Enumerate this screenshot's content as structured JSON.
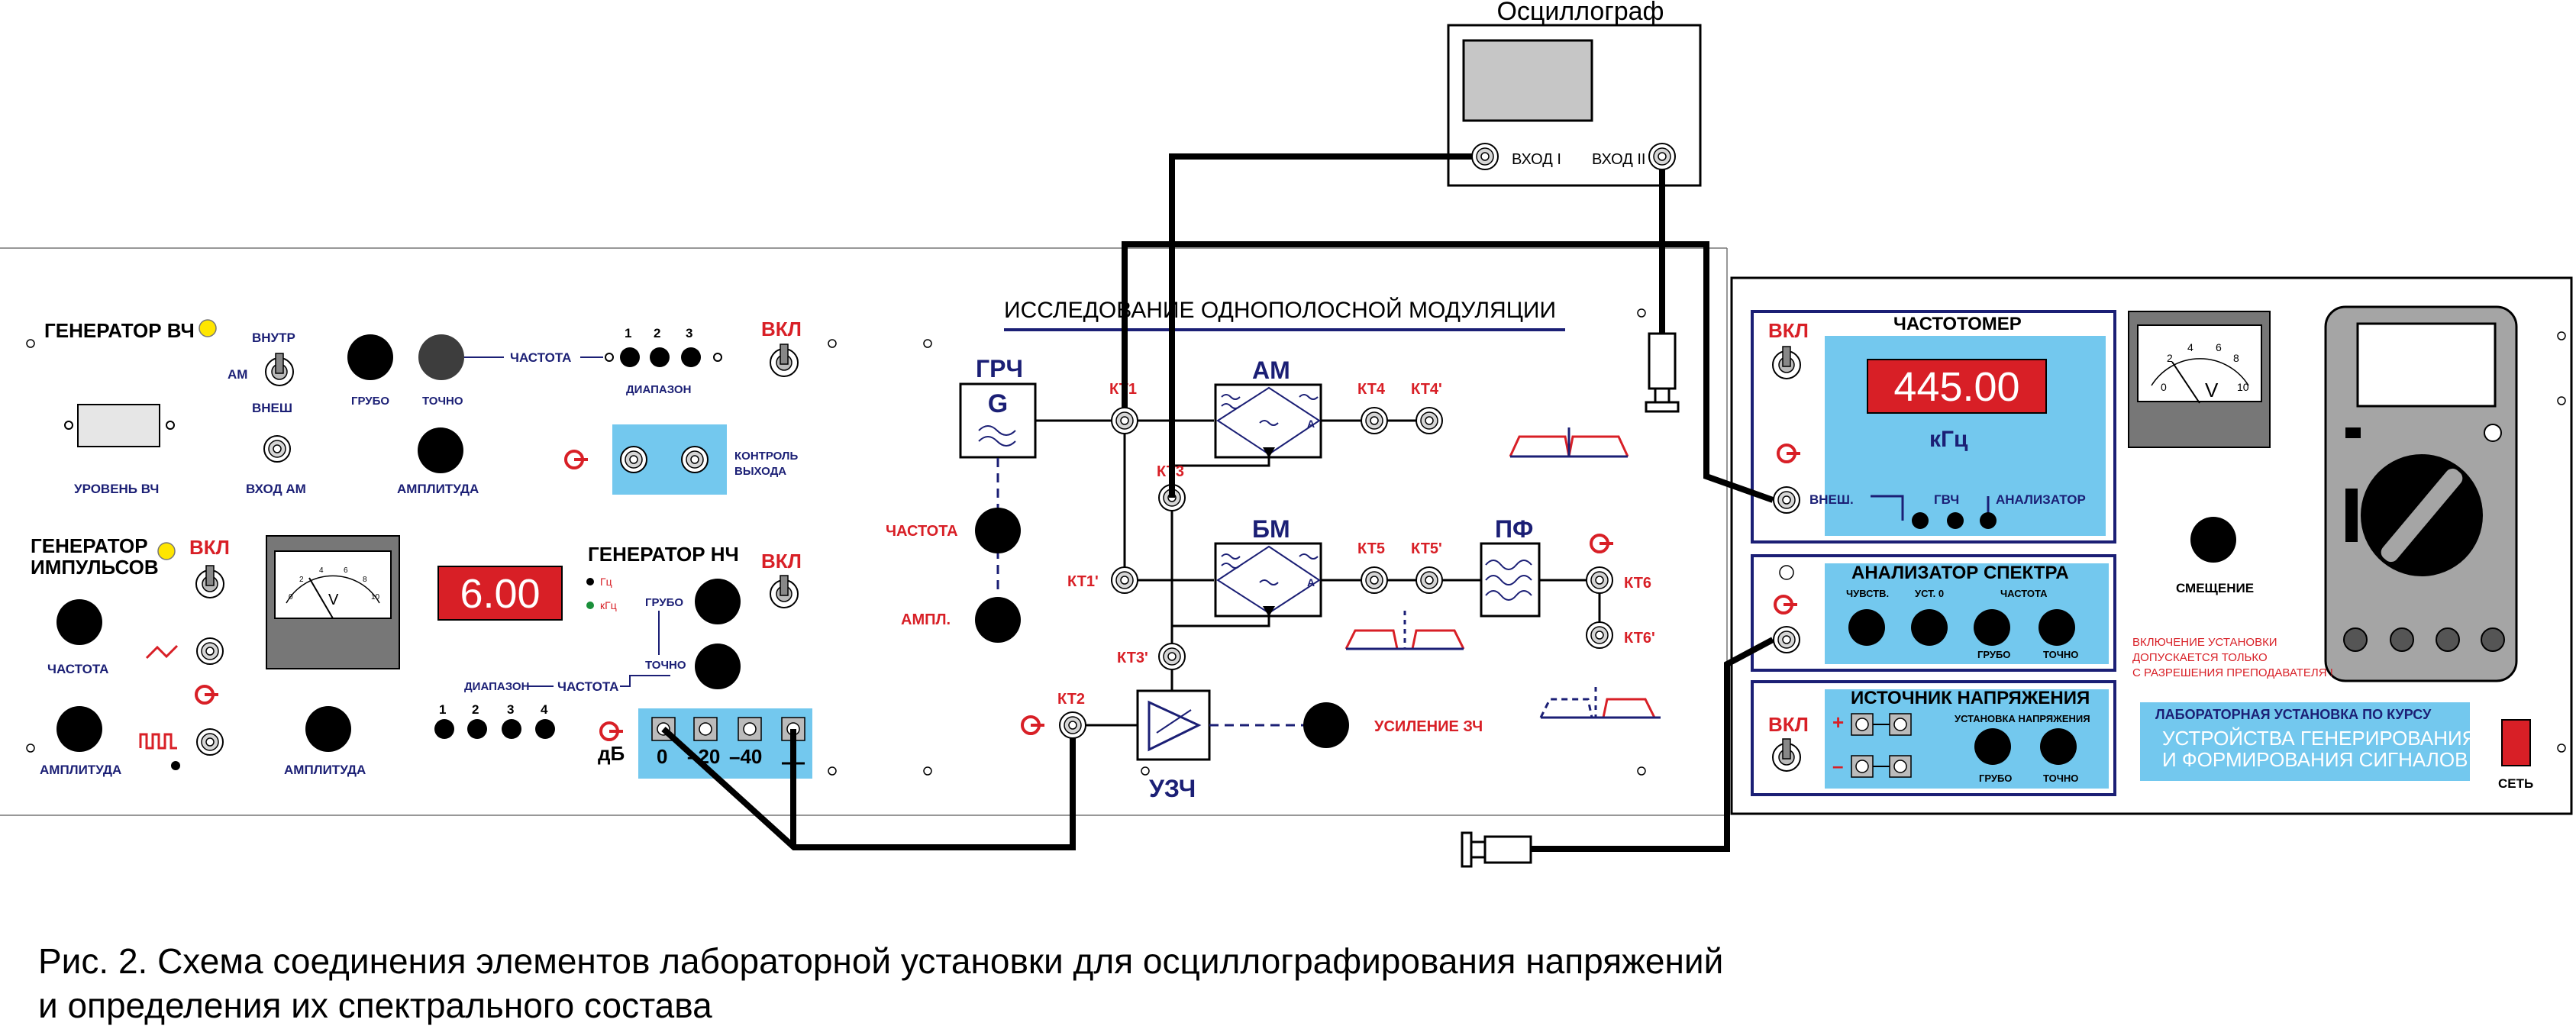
{
  "oscilloscope": {
    "title": "Осциллограф",
    "in1": "ВХОД I",
    "in2": "ВХОД II"
  },
  "gen_hf": {
    "title": "ГЕНЕРАТОР ВЧ",
    "am": "АМ",
    "int": "ВНУТР",
    "ext": "ВНЕШ",
    "coarse": "ГРУБО",
    "fine": "ТОЧНО",
    "freq": "ЧАСТОТА",
    "range": "ДИАПАЗОН",
    "r1": "1",
    "r2": "2",
    "r3": "3",
    "on": "ВКЛ",
    "level": "УРОВЕНЬ ВЧ",
    "am_in": "ВХОД АМ",
    "ampl": "АМПЛИТУДА",
    "out_ctrl_1": "КОНТРОЛЬ",
    "out_ctrl_2": "ВЫХОДА"
  },
  "gen_pulse": {
    "title_1": "ГЕНЕРАТОР",
    "title_2": "ИМПУЛЬСОВ",
    "on": "ВКЛ",
    "freq": "ЧАСТОТА",
    "ampl": "АМПЛИТУДА",
    "ampl2": "АМПЛИТУДА"
  },
  "gen_lf": {
    "display": "6.00",
    "title": "ГЕНЕРАТОР НЧ",
    "on": "ВКЛ",
    "hz": "Гц",
    "khz": "кГц",
    "coarse": "ГРУБО",
    "fine": "ТОЧНО",
    "range": "ДИАПАЗОН",
    "freq": "ЧАСТОТА",
    "r1": "1",
    "r2": "2",
    "r3": "3",
    "r4": "4",
    "db": "дБ",
    "a0": "0",
    "a20": "–20",
    "a40": "–40"
  },
  "voltmeter": {
    "unit": "V",
    "t0": "0",
    "t2": "2",
    "t4": "4",
    "t6": "6",
    "t8": "8",
    "t10": "10"
  },
  "center": {
    "title": "ИССЛЕДОВАНИЕ ОДНОПОЛОСНОЙ МОДУЛЯЦИИ",
    "grch": "ГРЧ",
    "g": "G",
    "freq": "ЧАСТОТА",
    "ampl": "АМПЛ.",
    "am": "АМ",
    "bm": "БМ",
    "pf": "ПФ",
    "uzch": "УЗЧ",
    "a_small": "A",
    "gain": "УСИЛЕНИЕ ЗЧ",
    "kt1": "КТ1",
    "kt1p": "КТ1'",
    "kt2": "КТ2",
    "kt3": "КТ3",
    "kt3p": "КТ3'",
    "kt4": "КТ4",
    "kt4p": "КТ4'",
    "kt5": "КТ5",
    "kt5p": "КТ5'",
    "kt6": "КТ6",
    "kt6p": "КТ6'"
  },
  "freq_meter": {
    "on": "ВКЛ",
    "title": "ЧАСТОТОМЕР",
    "display": "445.00",
    "unit": "кГц",
    "ext": "ВНЕШ.",
    "hf": "ГВЧ",
    "analyzer": "АНАЛИЗАТОР"
  },
  "analog_meter": {
    "unit": "V",
    "t0": "0",
    "t2": "2",
    "t4": "4",
    "t6": "6",
    "t8": "8",
    "t10": "10"
  },
  "right_panel": {
    "bias": "СМЕЩЕНИЕ",
    "warn_1": "ВКЛЮЧЕНИЕ УСТАНОВКИ",
    "warn_2": "ДОПУСКАЕТСЯ ТОЛЬКО",
    "warn_3": "С РАЗРЕШЕНИЯ ПРЕПОДАВАТЕЛЯ !",
    "lab_1": "ЛАБОРАТОРНАЯ УСТАНОВКА  ПО КУРСУ",
    "lab_2": "УСТРОЙСТВА ГЕНЕРИРОВАНИЯ",
    "lab_3": "И ФОРМИРОВАНИЯ  СИГНАЛОВ",
    "mains": "СЕТЬ"
  },
  "spectrum": {
    "title": "АНАЛИЗАТОР СПЕКТРА",
    "sens": "ЧУВСТВ.",
    "set0": "УСТ. 0",
    "freq": "ЧАСТОТА",
    "coarse": "ГРУБО",
    "fine": "ТОЧНО"
  },
  "psu": {
    "title": "ИСТОЧНИК НАПРЯЖЕНИЯ",
    "on": "ВКЛ",
    "plus": "+",
    "minus": "–",
    "set": "УСТАНОВКА  НАПРЯЖЕНИЯ",
    "coarse": "ГРУБО",
    "fine": "ТОЧНО"
  },
  "caption": {
    "line1": "Рис. 2. Схема соединения элементов  лабораторной установки для осциллографирования напряжений",
    "line2": "и определения их спектрального состава"
  },
  "colors": {
    "red": "#d81f26",
    "blue": "#1b1f75",
    "cyan": "#73c8ee",
    "jack": "#c9c9c9"
  }
}
